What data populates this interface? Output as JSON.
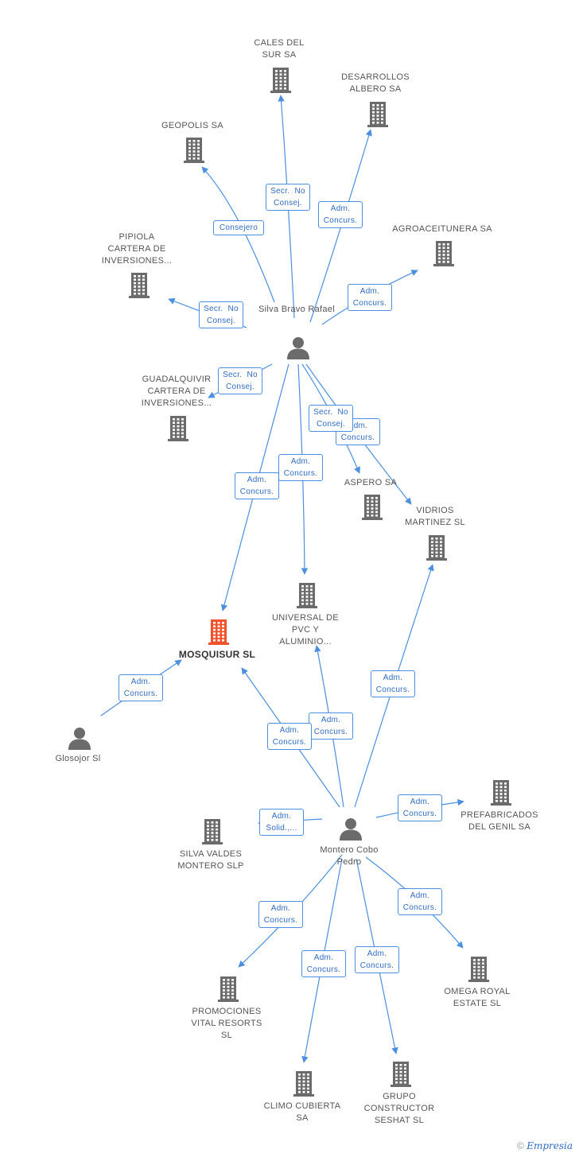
{
  "colors": {
    "edge": "#4a8fe0",
    "node": "#6b6b6b",
    "highlight": "#f0532c"
  },
  "nodes": [
    {
      "id": "cales",
      "label": "CALES DEL SUR SA",
      "kind": "company"
    },
    {
      "id": "desarrollos",
      "label": "DESARROLLOS ALBERO SA",
      "kind": "company"
    },
    {
      "id": "geopolis",
      "label": "GEOPOLIS SA",
      "kind": "company"
    },
    {
      "id": "agro",
      "label": "AGROACEITUNERA SA",
      "kind": "company"
    },
    {
      "id": "pipiola",
      "label": "PIPIOLA CARTERA DE INVERSIONES...",
      "kind": "company"
    },
    {
      "id": "silvabravo",
      "label": "Silva Bravo Rafael",
      "kind": "person"
    },
    {
      "id": "guadalquivir",
      "label": "GUADALQUIVIR CARTERA DE INVERSIONES...",
      "kind": "company"
    },
    {
      "id": "aspero",
      "label": "ASPERO SA",
      "kind": "company"
    },
    {
      "id": "vidrios",
      "label": "VIDRIOS MARTINEZ SL",
      "kind": "company"
    },
    {
      "id": "mosquisur",
      "label": "MOSQUISUR SL",
      "kind": "company",
      "main": true
    },
    {
      "id": "universal",
      "label": "UNIVERSAL DE PVC Y ALUMINIO...",
      "kind": "company"
    },
    {
      "id": "glosojor",
      "label": "Glosojor Sl",
      "kind": "person"
    },
    {
      "id": "montero",
      "label": "Montero Cobo Pedro",
      "kind": "person"
    },
    {
      "id": "silvavaldes",
      "label": "SILVA VALDES MONTERO SLP",
      "kind": "company"
    },
    {
      "id": "prefab",
      "label": "PREFABRICADOS DEL GENIL SA",
      "kind": "company"
    },
    {
      "id": "promociones",
      "label": "PROMOCIONES VITAL RESORTS SL",
      "kind": "company"
    },
    {
      "id": "omega",
      "label": "OMEGA ROYAL ESTATE SL",
      "kind": "company"
    },
    {
      "id": "climo",
      "label": "CLIMO CUBIERTA SA",
      "kind": "company"
    },
    {
      "id": "grupo",
      "label": "GRUPO CONSTRUCTOR SESHAT SL",
      "kind": "company"
    }
  ],
  "edges": [
    {
      "from": "silvabravo",
      "to": "cales",
      "role": "Secr. No Consej."
    },
    {
      "from": "silvabravo",
      "to": "desarrollos",
      "role": "Adm. Concurs."
    },
    {
      "from": "silvabravo",
      "to": "geopolis",
      "role": "Consejero"
    },
    {
      "from": "silvabravo",
      "to": "agro",
      "role": "Adm. Concurs."
    },
    {
      "from": "silvabravo",
      "to": "pipiola",
      "role": "Secr. No Consej."
    },
    {
      "from": "silvabravo",
      "to": "guadalquivir",
      "role": "Secr. No Consej."
    },
    {
      "from": "silvabravo",
      "to": "vidrios",
      "role": "Adm. Concurs."
    },
    {
      "from": "silvabravo",
      "to": "aspero",
      "role": "Secr. No Consej."
    },
    {
      "from": "silvabravo",
      "to": "universal",
      "role": "Adm. Concurs."
    },
    {
      "from": "silvabravo",
      "to": "mosquisur",
      "role": "Adm. Concurs."
    },
    {
      "from": "glosojor",
      "to": "mosquisur",
      "role": "Adm. Concurs."
    },
    {
      "from": "montero",
      "to": "universal",
      "role": "Adm. Concurs."
    },
    {
      "from": "montero",
      "to": "mosquisur",
      "role": "Adm. Concurs."
    },
    {
      "from": "montero",
      "to": "vidrios",
      "role": "Adm. Concurs."
    },
    {
      "from": "montero",
      "to": "silvavaldes",
      "role": "Adm. Solid.,..."
    },
    {
      "from": "montero",
      "to": "prefab",
      "role": "Adm. Concurs."
    },
    {
      "from": "montero",
      "to": "promociones",
      "role": "Adm. Concurs."
    },
    {
      "from": "montero",
      "to": "omega",
      "role": "Adm. Concurs."
    },
    {
      "from": "montero",
      "to": "climo",
      "role": "Adm. Concurs."
    },
    {
      "from": "montero",
      "to": "grupo",
      "role": "Adm. Concurs."
    }
  ],
  "brand": {
    "symbol": "©",
    "name": "Empresia"
  }
}
